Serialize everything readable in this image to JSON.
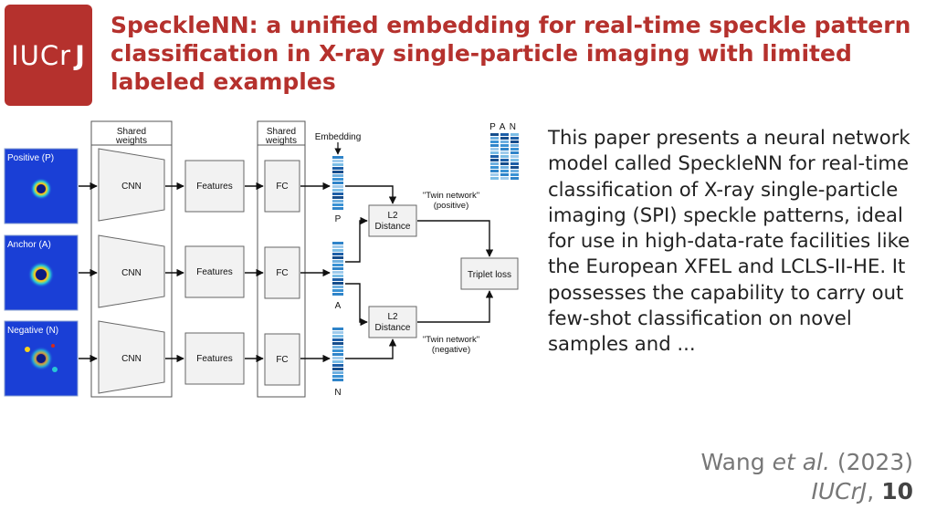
{
  "header": {
    "logo_text": "IUCr",
    "logo_text_j": "J",
    "title": "SpeckleNN: a unified embedding for real-time speckle pattern classification in X-ray single-particle imaging with limited labeled examples"
  },
  "diagram": {
    "inputs": [
      {
        "label": "Positive (P)"
      },
      {
        "label": "Anchor (A)"
      },
      {
        "label": "Negative (N)"
      }
    ],
    "shared_weights_label_1": "Shared",
    "shared_weights_label_2": "weights",
    "cnn_label": "CNN",
    "features_label": "Features",
    "fc_label": "FC",
    "embedding_label": "Embedding",
    "pan_label": "P A N",
    "embedding_tags": [
      "P",
      "A",
      "N"
    ],
    "l2_label_1": "L2",
    "l2_label_2": "Distance",
    "twin_positive_1": "\"Twin network\"",
    "twin_positive_2": "(positive)",
    "twin_negative_1": "\"Twin network\"",
    "twin_negative_2": "(negative)",
    "triplet_loss_label": "Triplet loss",
    "colors": {
      "pattern_bg": "#1a3fd6",
      "embedding": "#2f84c9",
      "arrow": "#111111"
    }
  },
  "summary": {
    "text": "This paper presents a neural network model called SpeckleNN for real-time classification of X-ray single-particle imaging (SPI) speckle patterns, ideal for use in high-data-rate facilities like the European XFEL and LCLS-II-HE. It possesses the capability to carry out few-shot classification on novel samples and ..."
  },
  "citation": {
    "authors": "Wang",
    "etal": "et al.",
    "year": "(2023)",
    "journal": "IUCrJ",
    "separator": ",",
    "volume": "10"
  }
}
